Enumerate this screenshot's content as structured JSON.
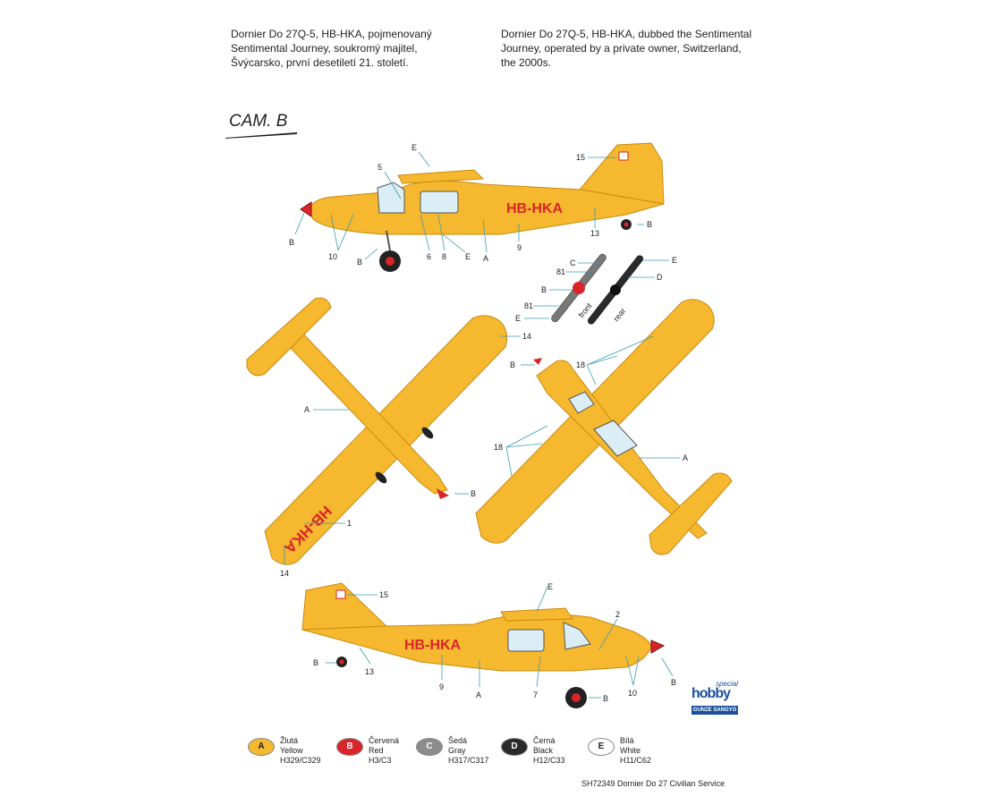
{
  "description_cz": [
    "Dornier Do 27Q-5, HB-HKA, pojmenovaný",
    "Sentimental Journey, soukromý majitel,",
    "Švýcarsko, první desetiletí 21. století."
  ],
  "description_en": [
    "Dornier Do 27Q-5, HB-HKA, dubbed the Sentimental",
    "Journey, operated by a private owner, Switzerland,",
    "the 2000s."
  ],
  "scheme_title": "CAM. B",
  "registration": "HB-HKA",
  "propeller": {
    "front": "front",
    "rear": "rear"
  },
  "callouts": {
    "n1": "1",
    "n2": "2",
    "n5": "5",
    "n6": "6",
    "n7": "7",
    "n8": "8",
    "n9": "9",
    "n10": "10",
    "n13": "13",
    "n14": "14",
    "n15": "15",
    "n18": "18",
    "n81": "81",
    "A": "A",
    "B": "B",
    "C": "C",
    "D": "D",
    "E": "E"
  },
  "legend": [
    {
      "code": "A",
      "cz": "Žlutá",
      "en": "Yellow",
      "ref": "H329/C329",
      "color": "#f5b82e",
      "text_color": "#222222"
    },
    {
      "code": "B",
      "cz": "Červená",
      "en": "Red",
      "ref": "H3/C3",
      "color": "#d9252a",
      "text_color": "#ffffff"
    },
    {
      "code": "C",
      "cz": "Šedá",
      "en": "Gray",
      "ref": "H317/C317",
      "color": "#8c8c8c",
      "text_color": "#ffffff"
    },
    {
      "code": "D",
      "cz": "Černá",
      "en": "Black",
      "ref": "H12/C33",
      "color": "#2a2a2a",
      "text_color": "#ffffff"
    },
    {
      "code": "E",
      "cz": "Bílá",
      "en": "White",
      "ref": "H11/C62",
      "color": "#ffffff",
      "text_color": "#222222"
    }
  ],
  "footer": "SH72349 Dornier Do 27 Civilian Service",
  "logos": {
    "special": "special",
    "hobby": "hobby",
    "gunze": "GUNZE SANGYO"
  },
  "colors": {
    "yellow": "#f5b82e",
    "red": "#d9252a",
    "outline": "#c98a10",
    "leader": "#3b9bb0"
  }
}
